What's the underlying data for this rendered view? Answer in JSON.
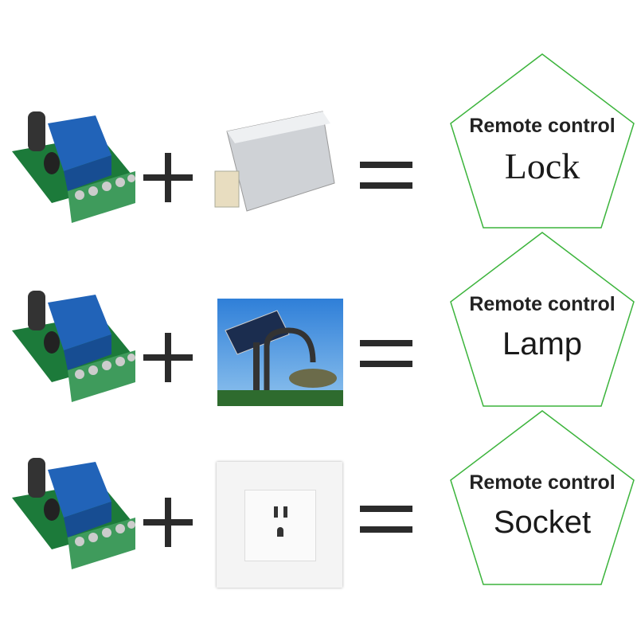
{
  "rows": [
    {
      "line1": "Remote control",
      "line2": "Lock",
      "device": "electric-lock"
    },
    {
      "line1": "Remote control",
      "line2": "Lamp",
      "device": "solar-street-lamp"
    },
    {
      "line1": "Remote control",
      "line2": "Socket",
      "device": "wall-socket"
    }
  ],
  "colors": {
    "pentagon_stroke": "#3cb43c",
    "relay_blue": "#1f5fb0",
    "terminal_green": "#3d9a5a",
    "symbol": "#2b2b2b"
  }
}
